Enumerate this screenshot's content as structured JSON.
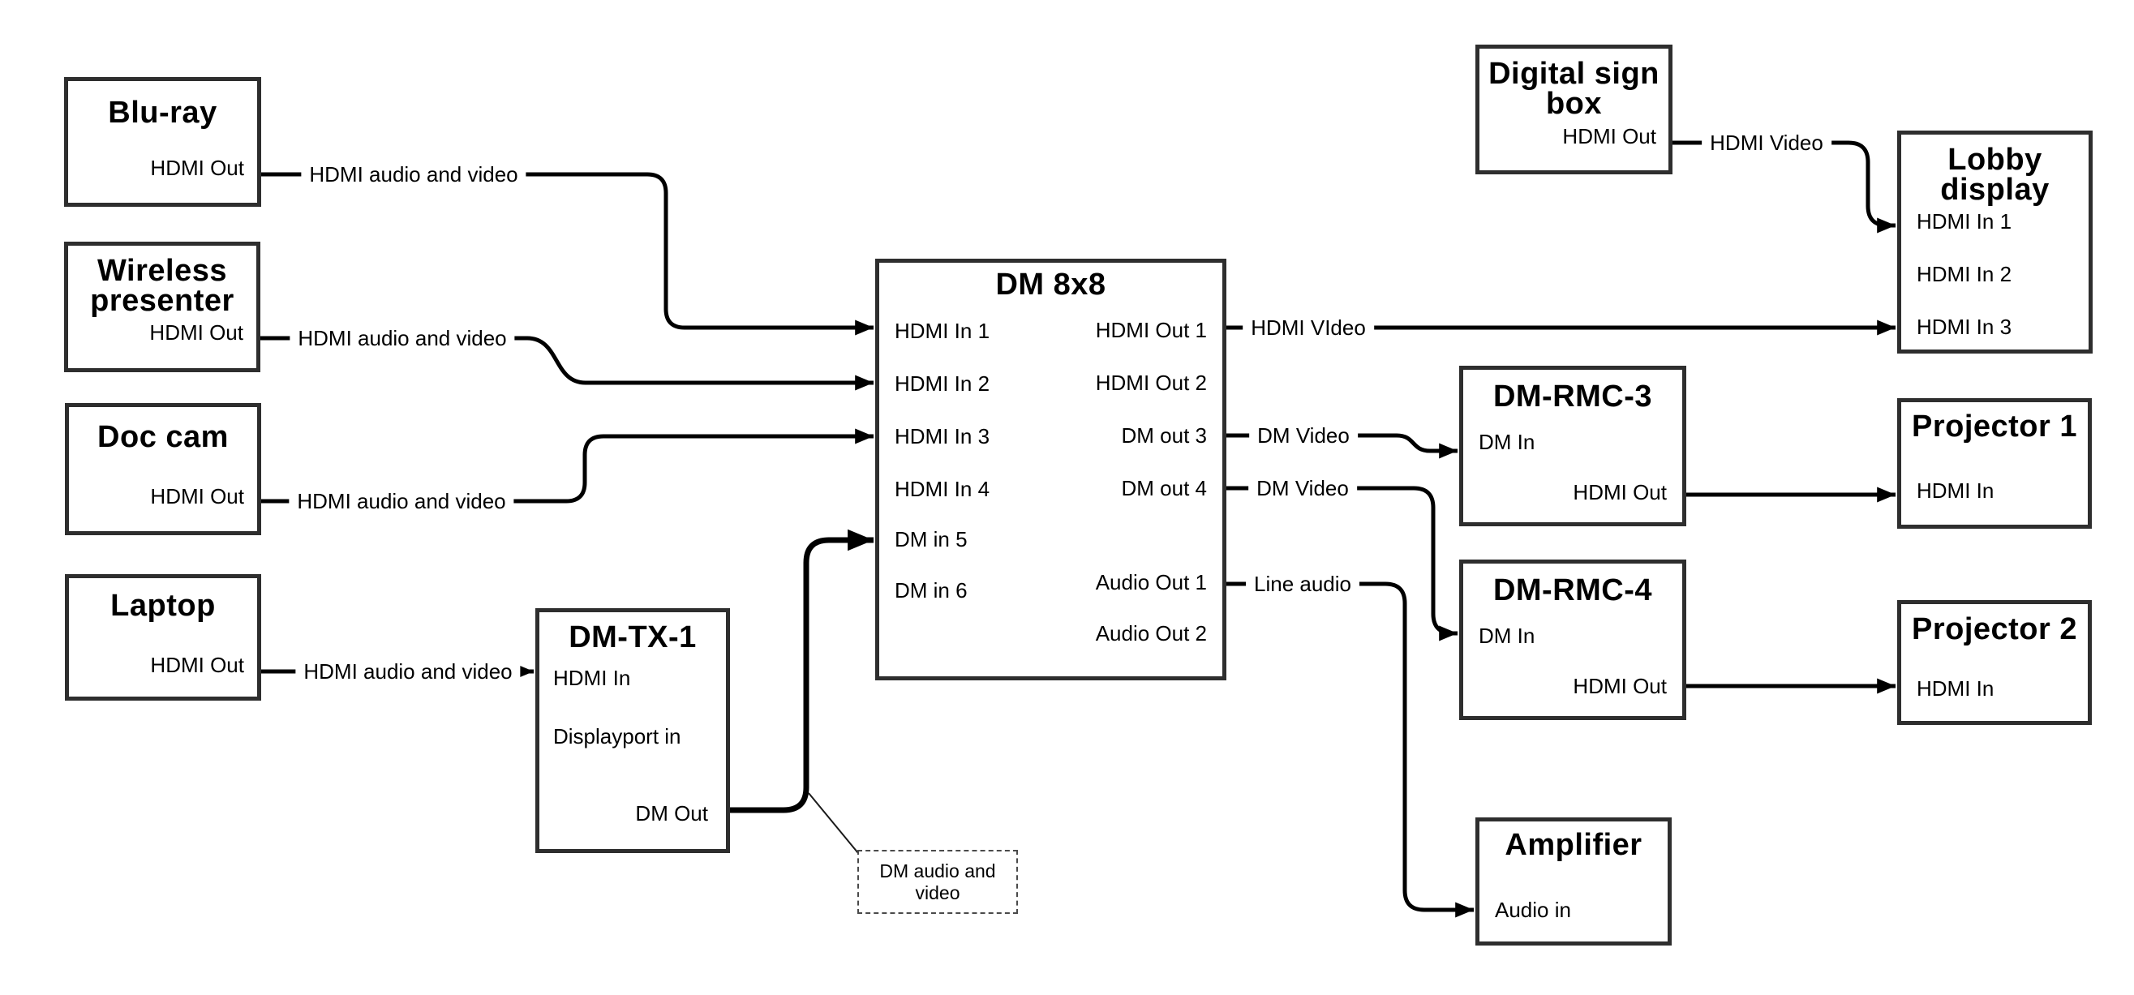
{
  "diagram": {
    "boxes": {
      "bluray": {
        "title": "Blu-ray",
        "ports": {
          "hdmi_out": "HDMI Out"
        }
      },
      "wireless": {
        "title": "Wireless\npresenter",
        "ports": {
          "hdmi_out": "HDMI Out"
        }
      },
      "doccam": {
        "title": "Doc cam",
        "ports": {
          "hdmi_out": "HDMI Out"
        }
      },
      "laptop": {
        "title": "Laptop",
        "ports": {
          "hdmi_out": "HDMI Out"
        }
      },
      "dmtx1": {
        "title": "DM-TX-1",
        "ports": {
          "hdmi_in": "HDMI In",
          "displayport_in": "Displayport in",
          "dm_out": "DM Out"
        }
      },
      "dm8x8": {
        "title": "DM 8x8",
        "ports": {
          "in1": "HDMI In 1",
          "in2": "HDMI In 2",
          "in3": "HDMI In 3",
          "in4": "HDMI In 4",
          "in5": "DM in 5",
          "in6": "DM in 6",
          "out1": "HDMI Out 1",
          "out2": "HDMI Out 2",
          "out3": "DM out 3",
          "out4": "DM out 4",
          "aout1": "Audio Out 1",
          "aout2": "Audio Out 2"
        }
      },
      "digital_sign": {
        "title": "Digital sign\nbox",
        "ports": {
          "hdmi_out": "HDMI Out"
        }
      },
      "lobby": {
        "title": "Lobby\ndisplay",
        "ports": {
          "in1": "HDMI In 1",
          "in2": "HDMI In 2",
          "in3": "HDMI In 3"
        }
      },
      "dmrmc3": {
        "title": "DM-RMC-3",
        "ports": {
          "dm_in": "DM In",
          "hdmi_out": "HDMI Out"
        }
      },
      "proj1": {
        "title": "Projector 1",
        "ports": {
          "hdmi_in": "HDMI In"
        }
      },
      "dmrmc4": {
        "title": "DM-RMC-4",
        "ports": {
          "dm_in": "DM In",
          "hdmi_out": "HDMI Out"
        }
      },
      "proj2": {
        "title": "Projector 2",
        "ports": {
          "hdmi_in": "HDMI In"
        }
      },
      "amplifier": {
        "title": "Amplifier",
        "ports": {
          "audio_in": "Audio in"
        }
      }
    },
    "connection_labels": {
      "bluray_line": "HDMI audio and video",
      "wireless_line": "HDMI audio and video",
      "doccam_line": "HDMI audio and video",
      "laptop_line": "HDMI audio and video",
      "hdmi_out1_line": "HDMI VIdeo",
      "dm_out3_line": "DM Video",
      "dm_out4_line": "DM Video",
      "audio_out1_line": "Line audio",
      "digital_sign_line": "HDMI Video"
    },
    "callout": {
      "text": "DM audio and\nvideo"
    },
    "colors": {
      "line": "#000000",
      "box_border": "#2e2e2e",
      "background": "#ffffff"
    }
  }
}
